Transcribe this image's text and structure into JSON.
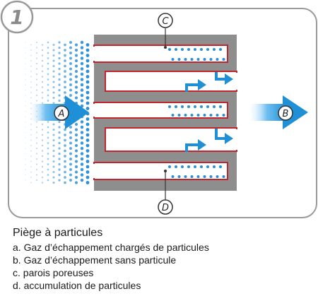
{
  "figure": {
    "number": "1",
    "flow_in_label": "A",
    "flow_out_label": "B",
    "wall_label": "C",
    "deposit_label": "D",
    "colors": {
      "outline": "#9a9a9a",
      "body": "#8e8e8e",
      "channel_edge": "#c0262d",
      "flow_arrow": "#1f8fd6",
      "particle": "#2c8fd4"
    }
  },
  "caption": {
    "title": "Piège à particules",
    "items": [
      "a. Gaz d’échappement chargés de particules",
      "b. Gaz d’échappement sans particule",
      "c. parois poreuses",
      "d. accumulation de particules"
    ]
  }
}
